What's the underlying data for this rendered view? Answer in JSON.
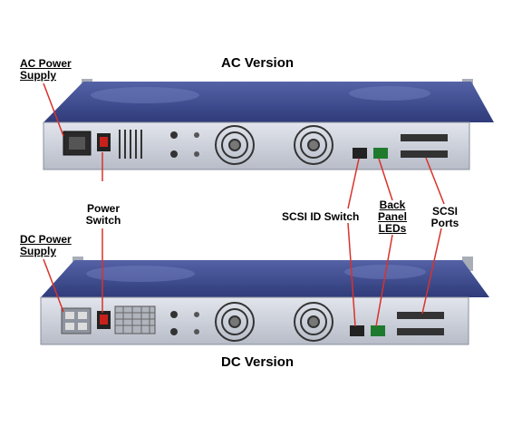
{
  "titles": {
    "ac_version": "AC Version",
    "dc_version": "DC Version"
  },
  "callouts": {
    "ac_power_supply": [
      "AC Power",
      "Supply"
    ],
    "dc_power_supply": [
      "DC Power",
      "Supply"
    ],
    "power_switch": [
      "Power",
      "Switch"
    ],
    "scsi_id_switch": "SCSI ID Switch",
    "back_panel_leds": [
      "Back",
      "Panel",
      "LEDs"
    ],
    "scsi_ports": [
      "SCSI",
      "Ports"
    ]
  },
  "colors": {
    "chassis_top": "#3b4a8c",
    "chassis_edge": "#2c3870",
    "rear_panel": "#c9cdd6",
    "leader_line": "#d8322b"
  }
}
